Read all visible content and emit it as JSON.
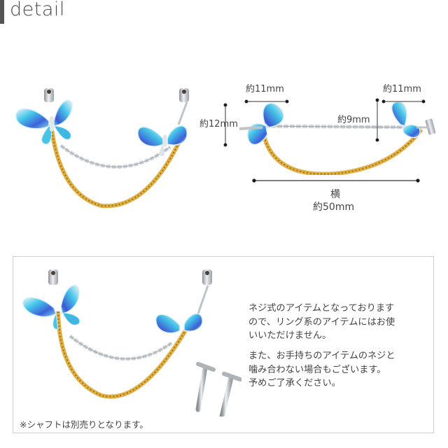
{
  "header": {
    "title": "detail"
  },
  "product_photos": [
    {
      "id": "photo-1",
      "subject": "butterfly double-chain ear cuff (front view)"
    },
    {
      "id": "photo-2",
      "subject": "butterfly double-chain ear cuff with dimensions"
    },
    {
      "id": "photo-3",
      "subject": "butterfly double-chain ear cuff with separate shafts"
    }
  ],
  "dimensions": {
    "left_width": "約11mm",
    "left_height": "約12mm",
    "right_height": "約9mm",
    "right_width": "約11mm",
    "total_label": "横",
    "total_width": "約50mm"
  },
  "note": {
    "paragraph_1": "ネジ式のアイテムとなっております\nので、リング系のアイテムにはお使\nいいただけません。",
    "paragraph_2": "また、お手持ちのアイテムのネジと\n噛み合わない場合もございます。\n予めご了承ください。",
    "footnote": "※シャフトは別売りとなります。"
  },
  "colors": {
    "header_bar": "#555555",
    "text": "#444444",
    "border": "#cfcfcf",
    "wing_light_blue": "#3fc3e6",
    "wing_dark_blue": "#3f5fd8",
    "gold_chain": "#d9a93a",
    "silver": "#c8ccd0"
  }
}
